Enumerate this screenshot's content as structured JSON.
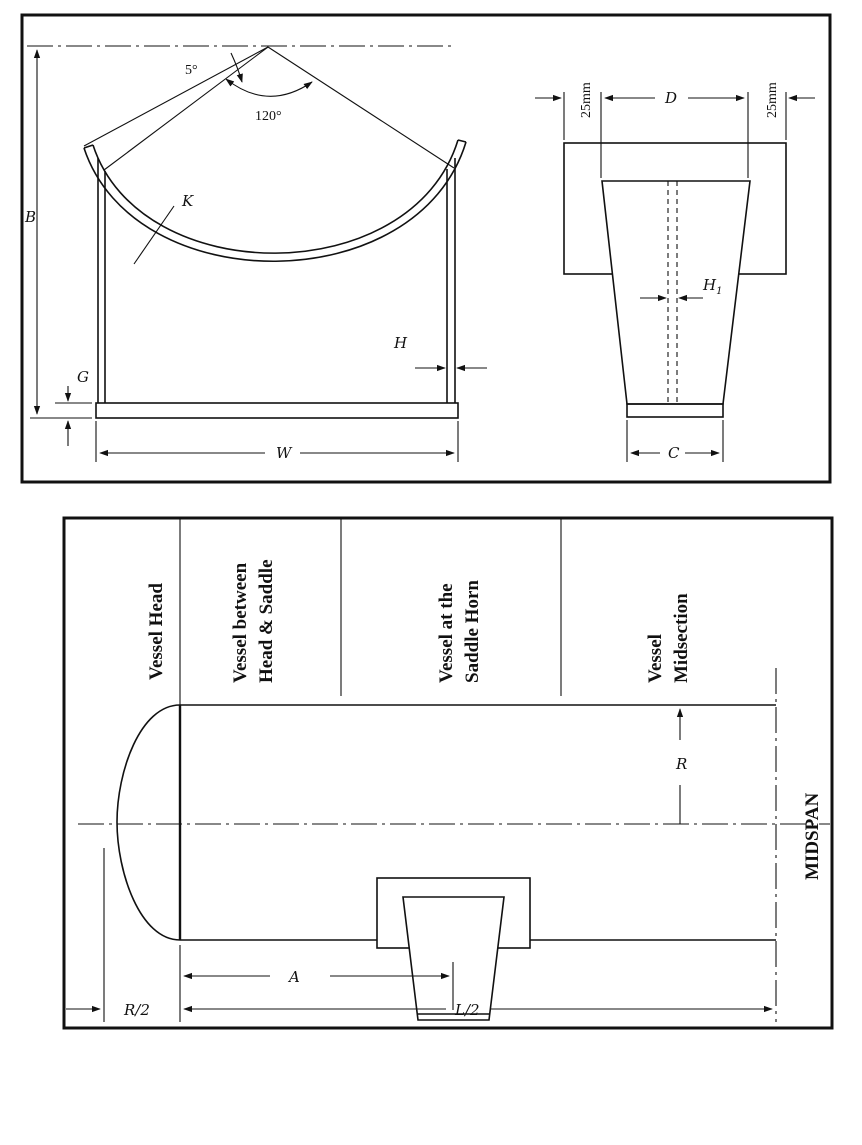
{
  "top_figure": {
    "angle_5": "5°",
    "angle_120": "120°",
    "dim_B": "B",
    "dim_K": "K",
    "dim_H": "H",
    "dim_G": "G",
    "dim_W": "W",
    "dim_D": "D",
    "dim_25mm_left": "25mm",
    "dim_25mm_right": "25mm",
    "dim_H1": "H",
    "dim_H1_sub": "1",
    "dim_C": "C"
  },
  "bottom_figure": {
    "section_headers": [
      "Vessel Head",
      "Vessel between",
      "Head & Saddle",
      "Vessel at the",
      "Saddle Horn",
      "Vessel",
      "Midsection"
    ],
    "dim_R": "R",
    "dim_A": "A",
    "dim_R2": "R/2",
    "dim_L2": "L/2",
    "midspan_label": "MIDSPAN"
  }
}
